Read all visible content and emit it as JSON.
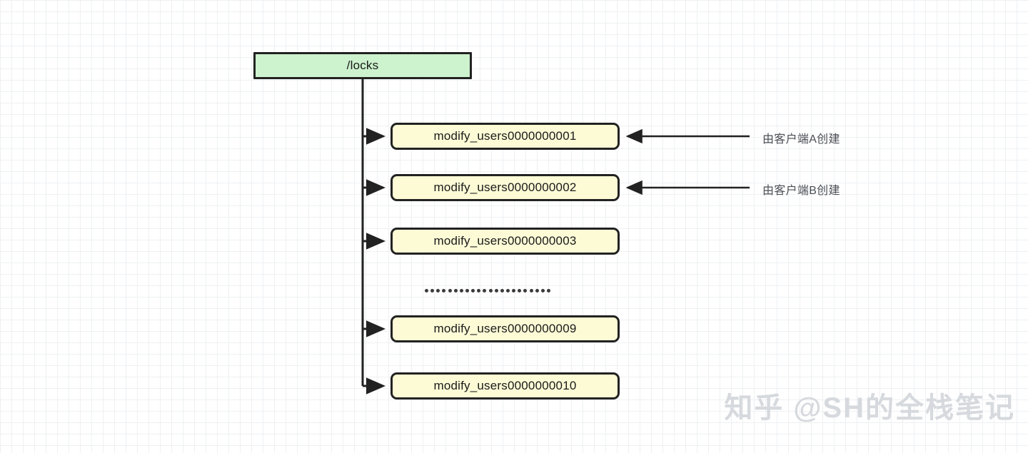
{
  "diagram": {
    "root": {
      "label": "/locks",
      "fill": "#cdf2ce",
      "stroke": "#222222"
    },
    "children_fill": "#fcfbd6",
    "children_stroke": "#222222",
    "nodes": [
      {
        "label": "modify_users0000000001"
      },
      {
        "label": "modify_users0000000002"
      },
      {
        "label": "modify_users0000000003"
      },
      {
        "label": "modify_users0000000009"
      },
      {
        "label": "modify_users0000000010"
      }
    ],
    "ellipsis_dot_count": 22,
    "annotations": [
      {
        "label": "由客户端A创建"
      },
      {
        "label": "由客户端B创建"
      }
    ]
  },
  "watermark": {
    "text": "知乎 @SH的全栈笔记"
  }
}
